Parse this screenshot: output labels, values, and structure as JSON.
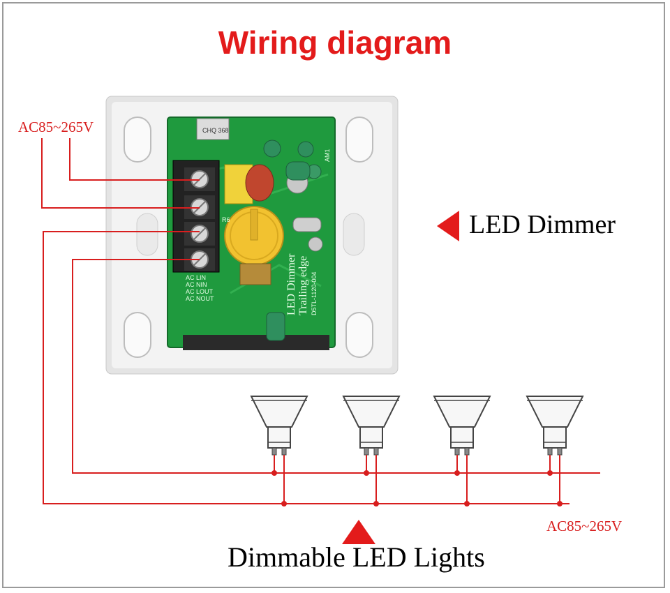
{
  "title": "Wiring diagram",
  "labels": {
    "input_voltage": "AC85~265V",
    "output_voltage": "AC85~265V",
    "dimmer": "LED Dimmer",
    "lights": "Dimmable LED Lights"
  },
  "board_print": {
    "terminals": [
      "AC LIN",
      "AC NIN",
      "AC LOUT",
      "AC NOUT"
    ],
    "model_line1": "LED Dimmer",
    "model_line2": "Trailing edge",
    "pcb_code": "D5TL-1120-004",
    "relay_text": "CHQ 368",
    "ref_am1": "AM1",
    "ref_r6": "R6"
  },
  "lamp_count": 4,
  "colors": {
    "title": "#e31b1b",
    "wire": "#d81e1e",
    "pcb": "#1f9a3e",
    "housing": "#f1f1f1",
    "knob": "#f2c230"
  }
}
